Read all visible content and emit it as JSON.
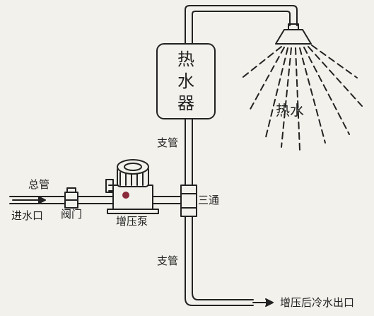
{
  "diagram": {
    "heater_chars": [
      "热",
      "水",
      "器"
    ],
    "hot_water": "热水",
    "branch_upper": "支管",
    "branch_lower": "支管",
    "tee": "三通",
    "main_pipe": "总管",
    "inlet": "进水口",
    "valve": "阀门",
    "pump": "增压泵",
    "outlet": "增压后冷水出口"
  },
  "colors": {
    "background": "#f2f1ec",
    "line": "#222222",
    "pump_accent": "#8b2a3a"
  }
}
